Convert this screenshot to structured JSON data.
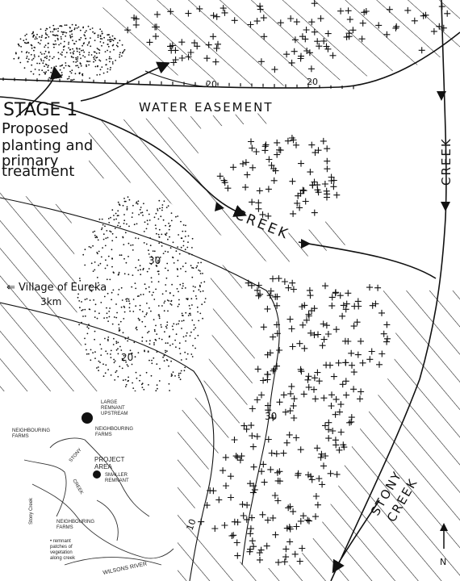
{
  "labels": {
    "stage": "STAGE 1",
    "stage_desc_1": "Proposed",
    "stage_desc_2": "planting and",
    "stage_desc_3": "primary",
    "stage_desc_4": "treatment",
    "water_easement": "WATER EASEMENT",
    "creek_main": "CREEK",
    "creek_right": "CREEK",
    "stony_creek_1": "STONY",
    "stony_creek_2": "CREEK",
    "village_1": "⇐ Village of Eureka",
    "village_2": "3km",
    "north": "N"
  },
  "contours": {
    "c20_top_a": "20",
    "c20_top_b": "20",
    "c30_mid": "30",
    "c20_left": "20",
    "c30_low": "30",
    "c10_low": "10"
  },
  "inset": {
    "large_remnant_1": "LARGE",
    "large_remnant_2": "REMNANT",
    "large_remnant_3": "UPSTREAM",
    "neighbouring_farms_a": "NEIGHBOURING",
    "neighbouring_farms_a2": "FARMS",
    "neighbouring_farms_b": "NEIGHBOURING",
    "neighbouring_farms_b2": "FARMS",
    "project_area_1": "PROJECT",
    "project_area_2": "AREA",
    "smaller_remnant_1": "SMALLER",
    "smaller_remnant_2": "REMNANT",
    "neighbouring_farms_c": "NEIGHBOURING",
    "neighbouring_farms_c2": "FARMS",
    "remnant_note_1": "• remnant",
    "remnant_note_2": "patches of",
    "remnant_note_3": "vegetation",
    "remnant_note_4": "along creek",
    "wilsons_river": "WILSONS RIVER",
    "stony_creek_small": "STONY",
    "creek_small": "CREEK",
    "side_label": "Stony Creek"
  },
  "colors": {
    "ink": "#111111",
    "paper": "#ffffff"
  }
}
